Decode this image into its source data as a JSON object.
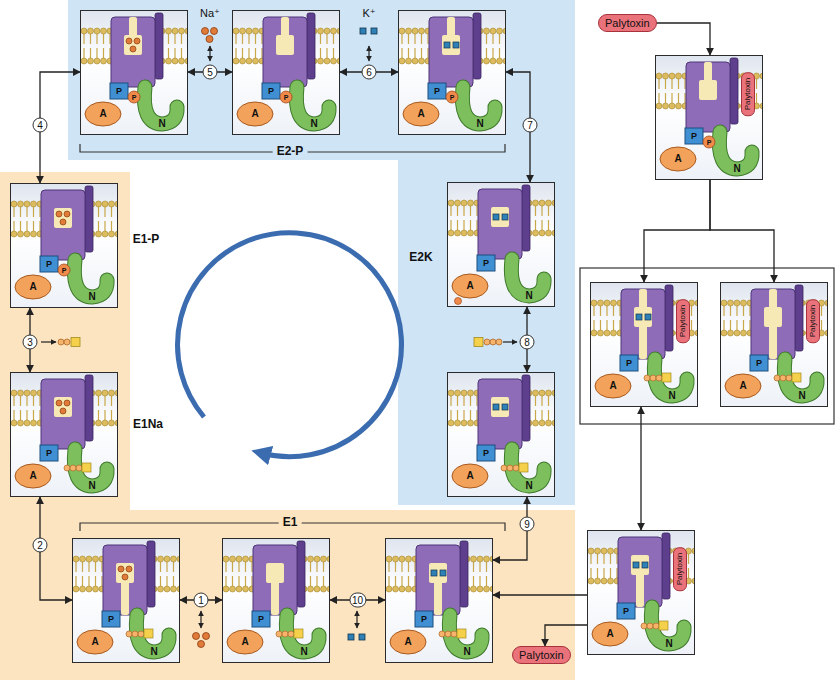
{
  "diagram": {
    "nodes": [
      {
        "text": [
          "P",
          "P",
          "A",
          "N"
        ]
      },
      {
        "text": [
          "P",
          "P",
          "A",
          "N"
        ]
      },
      {
        "text": [
          "P",
          "P",
          "A",
          "N"
        ]
      },
      {
        "text": [
          "P",
          "P",
          "A",
          "N"
        ]
      },
      {
        "text": [
          "P",
          "A",
          "N"
        ]
      },
      {
        "text": [
          "P",
          "A",
          "N"
        ]
      },
      {
        "text": [
          "P",
          "A",
          "N"
        ]
      },
      {
        "text": [
          "P",
          "A",
          "N"
        ]
      },
      {
        "text": [
          "P",
          "A",
          "N"
        ]
      },
      {
        "text": [
          "P",
          "A",
          "N"
        ]
      },
      {
        "text": [
          "Palytoxin"
        ]
      },
      {
        "text": [
          "Palytoxin",
          "P",
          "P",
          "A",
          "N"
        ]
      },
      {
        "text": [
          "Palytoxin",
          "P",
          "A",
          "N"
        ]
      },
      {
        "text": [
          "Palytoxin",
          "P",
          "A",
          "N"
        ]
      },
      {
        "text": [
          "Palytoxin",
          "P",
          "A",
          "N"
        ]
      },
      {
        "text": [
          "Palytoxin"
        ]
      }
    ],
    "edges": [
      {
        "from": 0,
        "to": 1,
        "label": "5",
        "arrow": "both"
      },
      {
        "from": 1,
        "to": 2,
        "label": "6",
        "arrow": "both"
      },
      {
        "from": 0,
        "to": 3,
        "label": "4",
        "arrow": "both"
      },
      {
        "from": 2,
        "to": 5,
        "label": "7",
        "arrow": "both"
      },
      {
        "from": 3,
        "to": 4,
        "label": "3",
        "arrow": "both"
      },
      {
        "from": 5,
        "to": 6,
        "label": "8",
        "arrow": "both"
      },
      {
        "from": 4,
        "to": 7,
        "label": "2",
        "arrow": "both"
      },
      {
        "from": 7,
        "to": 8,
        "label": "1",
        "arrow": "both"
      },
      {
        "from": 8,
        "to": 9,
        "label": "10",
        "arrow": "both"
      },
      {
        "from": 6,
        "to": 9,
        "label": "9",
        "arrow": "both"
      },
      {
        "from": 10,
        "to": 11,
        "arrow": "to"
      },
      {
        "from": 11,
        "to": 12,
        "arrow": "to"
      },
      {
        "from": 11,
        "to": 13,
        "arrow": "to"
      },
      {
        "from": 12,
        "to": 14,
        "arrow": "both"
      },
      {
        "from": 14,
        "to": 9,
        "arrow": "to"
      },
      {
        "from": 14,
        "to": 15,
        "arrow": "to"
      }
    ],
    "labels": [
      "Na⁺",
      "K⁺",
      "E2-P",
      "E1-P",
      "E1Na",
      "E2K",
      "E1"
    ]
  }
}
